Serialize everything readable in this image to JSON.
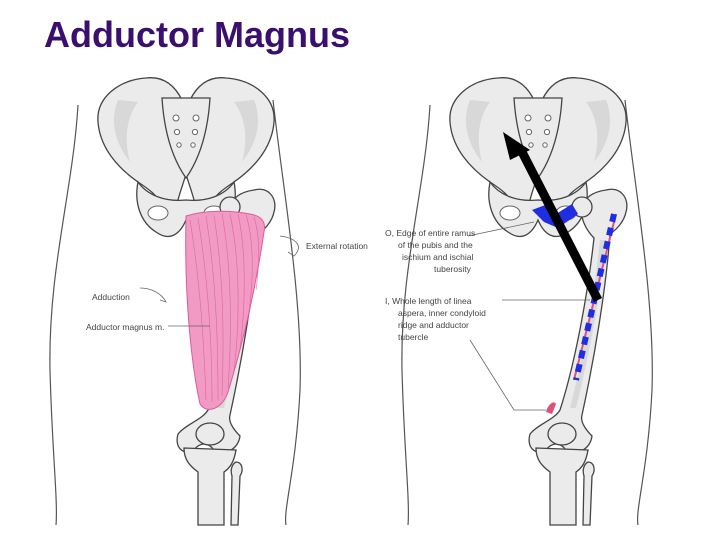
{
  "title": "Adductor Magnus",
  "colors": {
    "title": "#3a0f6e",
    "muscle": "#f09ac4",
    "muscle_fiber": "#e05a9a",
    "origin_marker": "#1f2ee0",
    "insertion_marker": "#1f2ee0",
    "insertion_line": "#e0507a",
    "arrow": "#000000"
  },
  "left_figure": {
    "labels": {
      "external_rotation": "External rotation",
      "adduction": "Adduction",
      "muscle": "Adductor magnus m."
    }
  },
  "right_figure": {
    "origin_lines": [
      "O, Edge of entire ramus",
      "of the pubis and the",
      "ischium and ischial",
      "tuberosity"
    ],
    "insertion_lines": [
      "I, Whole length of linea",
      "aspera, inner condyloid",
      "ridge and adductor",
      "tubercle"
    ]
  }
}
